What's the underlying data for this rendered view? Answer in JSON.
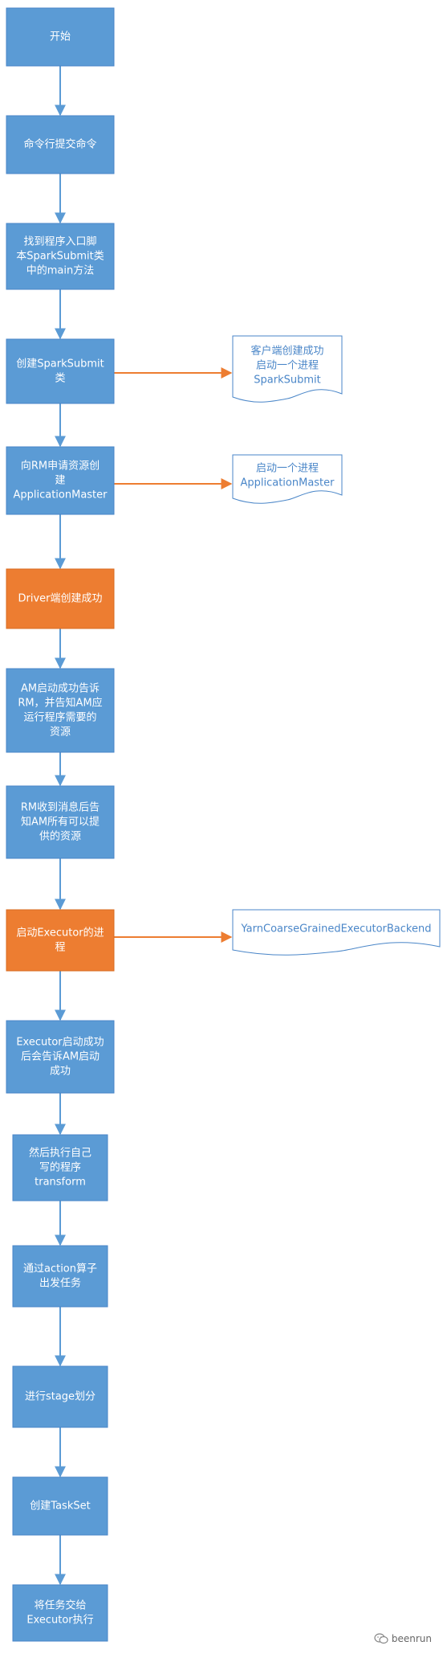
{
  "colors": {
    "box_blue": "#5b9bd5",
    "box_blue_border": "#4a86c8",
    "box_orange": "#ed7d31",
    "box_orange_border": "#d86c22",
    "arrow_blue": "#5b9bd5",
    "arrow_orange": "#ed7d31",
    "note_border": "#4a86c8",
    "note_text": "#4a86c8"
  },
  "steps": [
    {
      "id": "start",
      "lines": [
        "开始"
      ],
      "color": "blue"
    },
    {
      "id": "submit-command",
      "lines": [
        "命令行提交命令"
      ],
      "color": "blue"
    },
    {
      "id": "find-entry",
      "lines": [
        "找到程序入口脚",
        "本SparkSubmit类",
        "中的main方法"
      ],
      "color": "blue"
    },
    {
      "id": "create-sparksubmit",
      "lines": [
        "创建SparkSubmit",
        "类"
      ],
      "color": "blue"
    },
    {
      "id": "request-am",
      "lines": [
        "向RM申请资源创",
        "建",
        "ApplicationMaster"
      ],
      "color": "blue"
    },
    {
      "id": "driver-created",
      "lines": [
        "Driver端创建成功"
      ],
      "color": "orange"
    },
    {
      "id": "am-started",
      "lines": [
        "AM启动成功告诉",
        "RM，并告知AM应",
        "运行程序需要的",
        "资源"
      ],
      "color": "blue"
    },
    {
      "id": "rm-received",
      "lines": [
        "RM收到消息后告",
        "知AM所有可以提",
        "供的资源"
      ],
      "color": "blue"
    },
    {
      "id": "start-executor",
      "lines": [
        "启动Executor的进",
        "程"
      ],
      "color": "orange"
    },
    {
      "id": "executor-started",
      "lines": [
        "Executor启动成功",
        "后会告诉AM启动",
        "成功"
      ],
      "color": "blue"
    },
    {
      "id": "run-transform",
      "lines": [
        "然后执行自己",
        "写的程序",
        "transform"
      ],
      "color": "blue"
    },
    {
      "id": "action-trigger",
      "lines": [
        "通过action算子",
        "出发任务"
      ],
      "color": "blue"
    },
    {
      "id": "stage-split",
      "lines": [
        "进行stage划分"
      ],
      "color": "blue"
    },
    {
      "id": "create-taskset",
      "lines": [
        "创建TaskSet"
      ],
      "color": "blue"
    },
    {
      "id": "submit-to-executor",
      "lines": [
        "将任务交给",
        "Executor执行"
      ],
      "color": "blue"
    }
  ],
  "notes": [
    {
      "id": "client-process",
      "from": "create-sparksubmit",
      "lines": [
        "客户端创建成功",
        "启动一个进程",
        "SparkSubmit"
      ]
    },
    {
      "id": "am-process",
      "from": "request-am",
      "lines": [
        "启动一个进程",
        "ApplicationMaster"
      ]
    },
    {
      "id": "executor-backend",
      "from": "start-executor",
      "lines": [
        "YarnCoarseGrainedExecutorBackend"
      ]
    }
  ],
  "watermark": {
    "text": "beenrun"
  }
}
